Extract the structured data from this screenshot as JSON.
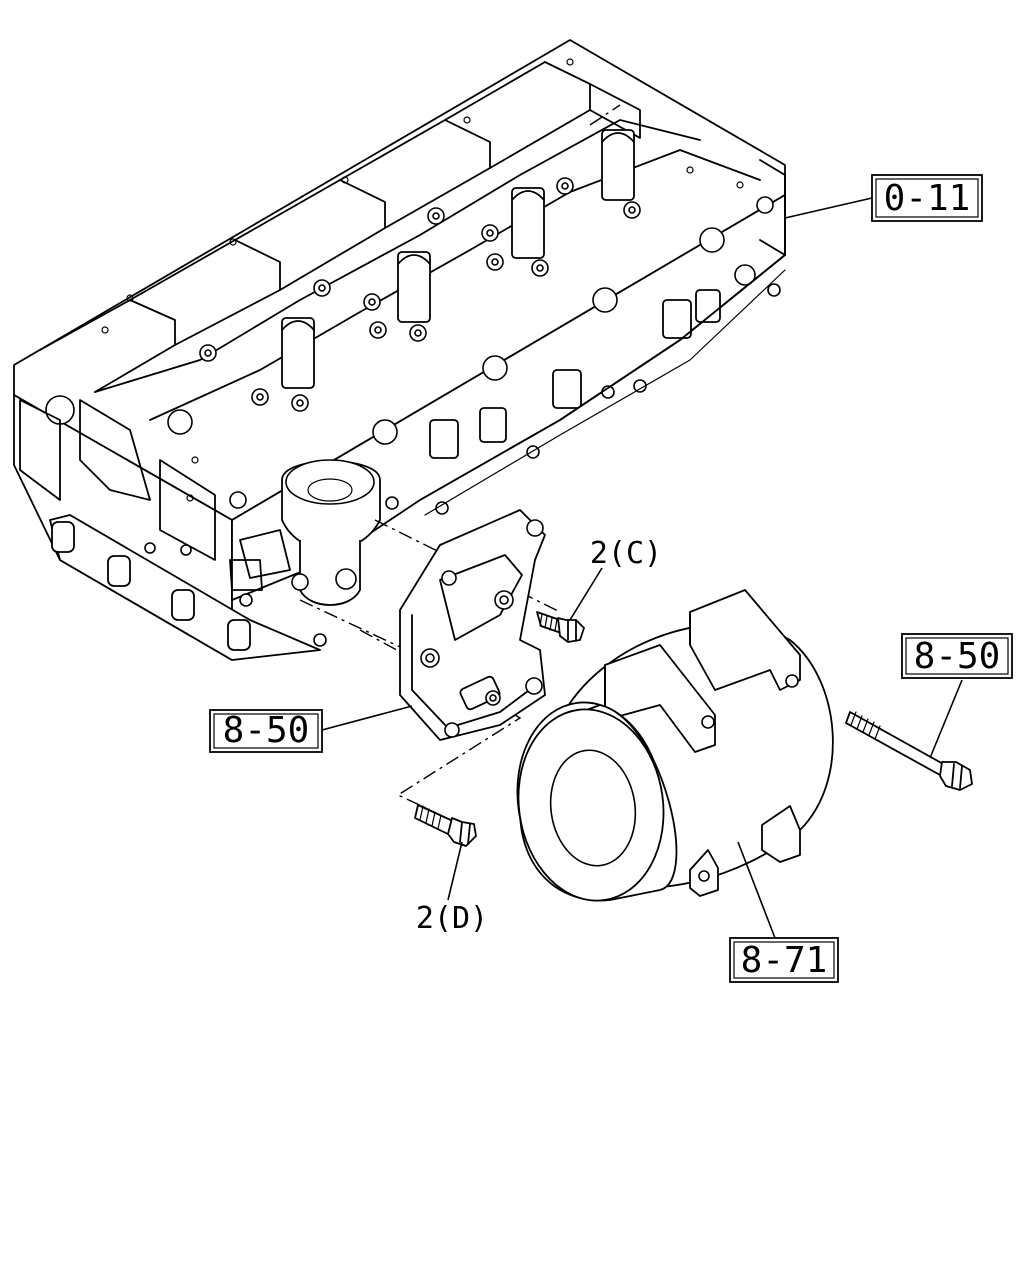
{
  "diagram": {
    "callouts": {
      "cylinder_head": "0-11",
      "bracket": "8-50",
      "through_bolt": "8-50",
      "compressor": "8-71"
    },
    "bolt_labels": {
      "bolt_c": "2(C)",
      "bolt_d": "2(D)"
    }
  }
}
